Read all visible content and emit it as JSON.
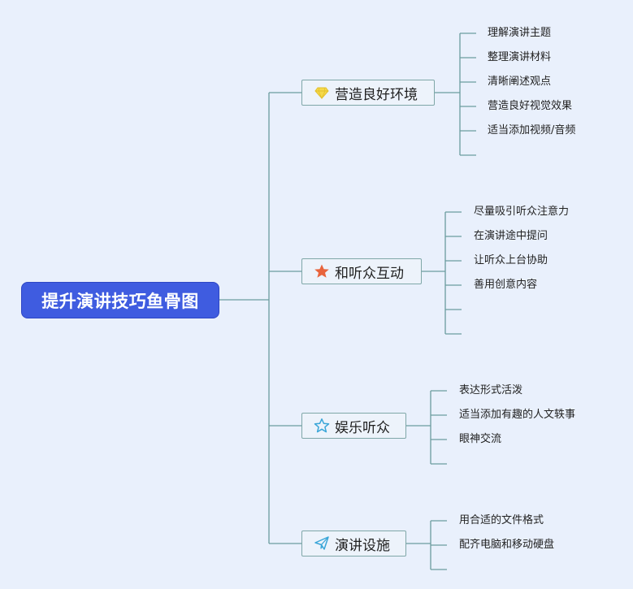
{
  "root": {
    "label": "提升演讲技巧鱼骨图"
  },
  "branches": [
    {
      "label": "营造良好环境",
      "icon": "diamond-icon",
      "icon_color": "#f5d94a",
      "items": [
        "理解演讲主题",
        "整理演讲材料",
        "清晰阐述观点",
        "营造良好视觉效果",
        "适当添加视频/音频"
      ]
    },
    {
      "label": "和听众互动",
      "icon": "star-filled-icon",
      "icon_color": "#e8643c",
      "items": [
        "尽量吸引听众注意力",
        "在演讲途中提问",
        "让听众上台协助",
        "善用创意内容"
      ]
    },
    {
      "label": "娱乐听众",
      "icon": "star-outline-icon",
      "icon_color": "#3aa6d8",
      "items": [
        "表达形式活泼",
        "适当添加有趣的人文轶事",
        "眼神交流"
      ]
    },
    {
      "label": "演讲设施",
      "icon": "paper-plane-icon",
      "icon_color": "#3aa6d8",
      "items": [
        "用合适的文件格式",
        "配齐电脑和移动硬盘"
      ]
    }
  ],
  "colors": {
    "connector": "#6b9c9e",
    "root_fill": "#3f5ce0",
    "background": "#e9f0fc"
  }
}
